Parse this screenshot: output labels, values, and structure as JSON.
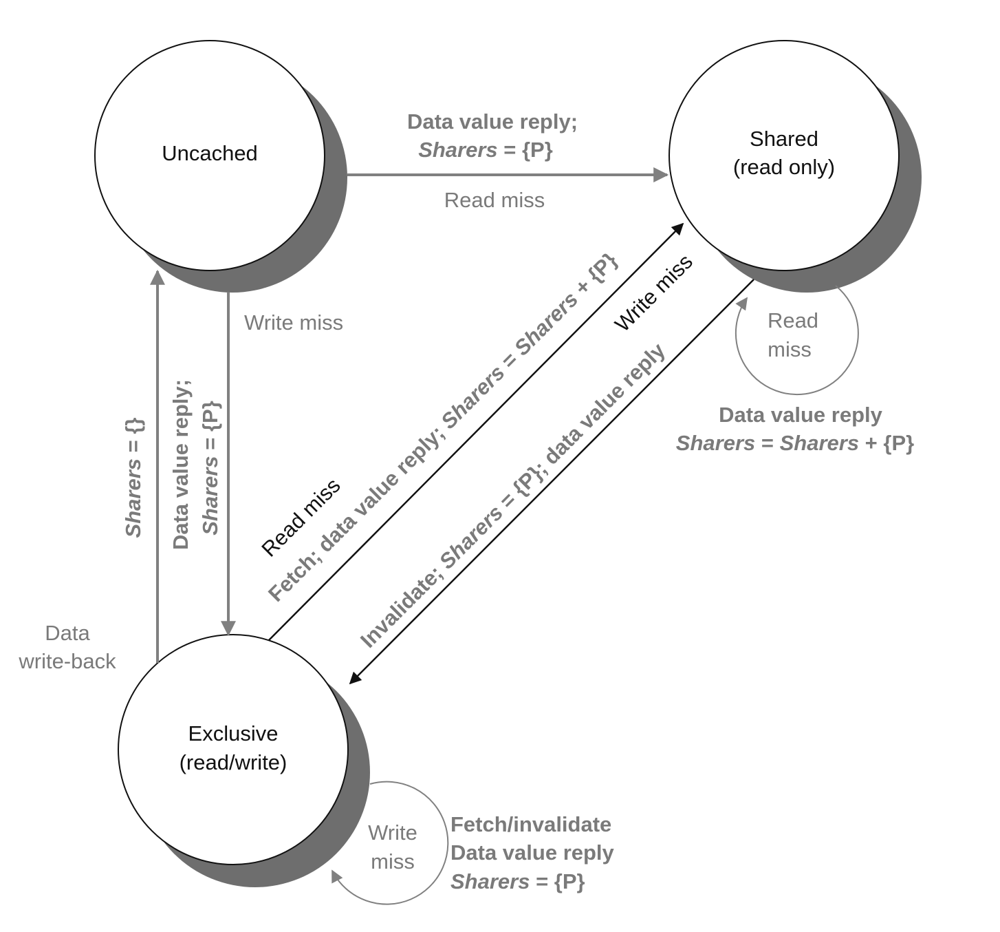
{
  "colors": {
    "state_fill": "#ffffff",
    "state_stroke": "#111111",
    "shadow": "#6e6e6e",
    "gray_arrow": "#808080",
    "black_arrow": "#111111",
    "gray_text": "#7a7a7a"
  },
  "states": {
    "uncached": {
      "label": "Uncached"
    },
    "shared": {
      "line1": "Shared",
      "line2": "(read only)"
    },
    "exclusive": {
      "line1": "Exclusive",
      "line2": "(read/write)"
    }
  },
  "transitions": {
    "uncached_to_shared": {
      "event": "Read miss",
      "action_line1": "Data value reply;",
      "action_line2_italic": "Sharers",
      "action_line2_rest": " = {P}"
    },
    "uncached_to_exclusive": {
      "event": "Write miss",
      "action_line1": "Data value reply;",
      "action_line2_italic": "Sharers",
      "action_line2_rest": " = {P}"
    },
    "exclusive_to_uncached": {
      "event_line1": "Data",
      "event_line2": "write-back",
      "action_italic": "Sharers",
      "action_rest": " = {}"
    },
    "exclusive_to_shared": {
      "event": "Read miss",
      "action_prefix": "Fetch; data value reply; ",
      "action_italic1": "Sharers",
      "action_mid": " = ",
      "action_italic2": "Sharers",
      "action_rest": " + {P}"
    },
    "shared_to_exclusive": {
      "event": "Write miss",
      "action_prefix": "Invalidate; ",
      "action_italic": "Sharers",
      "action_rest": " = {P}; data value reply"
    },
    "shared_self": {
      "event_line1": "Read",
      "event_line2": "miss",
      "action_line1": "Data value reply",
      "action_italic1": "Sharers",
      "action_mid": " = ",
      "action_italic2": "Sharers",
      "action_rest": " + {P}"
    },
    "exclusive_self": {
      "event_line1": "Write",
      "event_line2": "miss",
      "action_line1": "Fetch/invalidate",
      "action_line2": "Data value reply",
      "action_italic": "Sharers",
      "action_rest": " = {P}"
    }
  }
}
